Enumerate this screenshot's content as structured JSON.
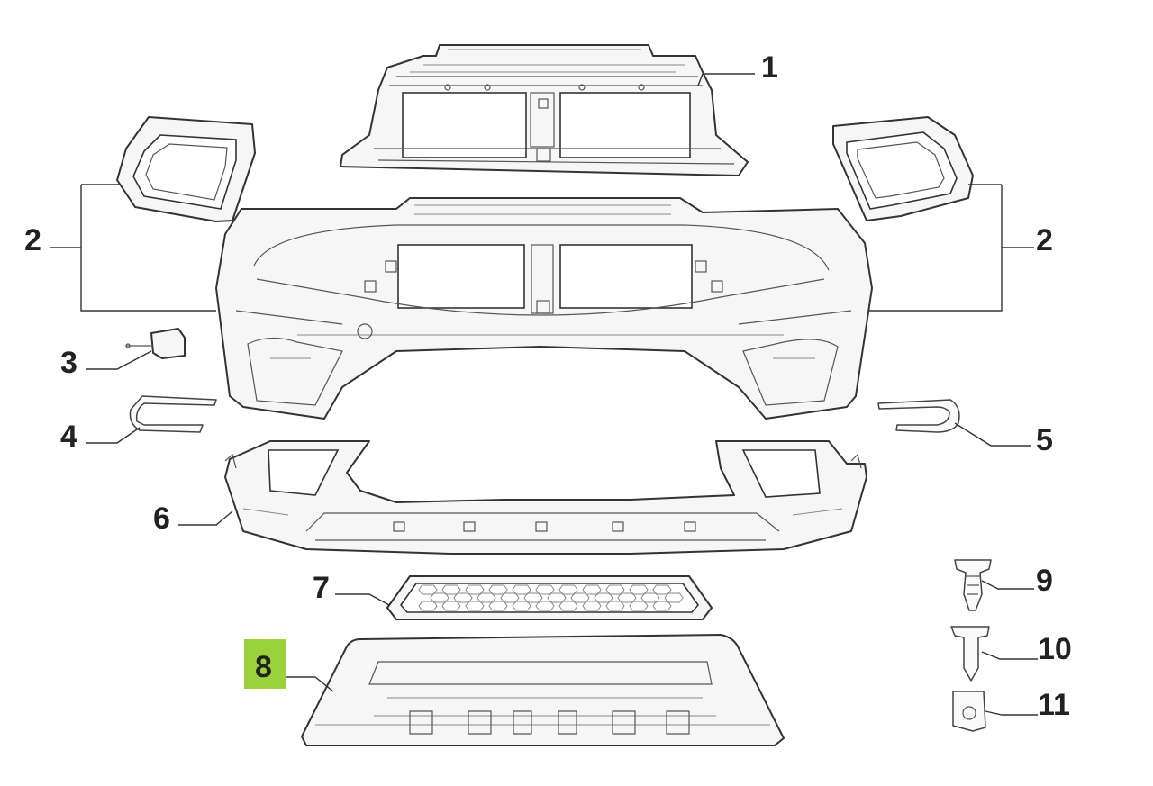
{
  "diagram": {
    "callouts": [
      {
        "id": "1",
        "label": "1",
        "name": "bumper-reinforcement"
      },
      {
        "id": "2l",
        "label": "2",
        "name": "left-corner-bracket"
      },
      {
        "id": "2r",
        "label": "2",
        "name": "right-corner-bracket"
      },
      {
        "id": "3",
        "label": "3",
        "name": "sensor-holder"
      },
      {
        "id": "4",
        "label": "4",
        "name": "left-trim-strip"
      },
      {
        "id": "5",
        "label": "5",
        "name": "right-trim-strip"
      },
      {
        "id": "6",
        "label": "6",
        "name": "lower-bumper-section"
      },
      {
        "id": "7",
        "label": "7",
        "name": "grille-mesh"
      },
      {
        "id": "8",
        "label": "8",
        "name": "skid-plate"
      },
      {
        "id": "9",
        "label": "9",
        "name": "push-clip"
      },
      {
        "id": "10",
        "label": "10",
        "name": "rivet-fastener"
      },
      {
        "id": "11",
        "label": "11",
        "name": "clip-nut"
      }
    ],
    "highlighted": "8",
    "highlight_color": "#9bd23c"
  }
}
